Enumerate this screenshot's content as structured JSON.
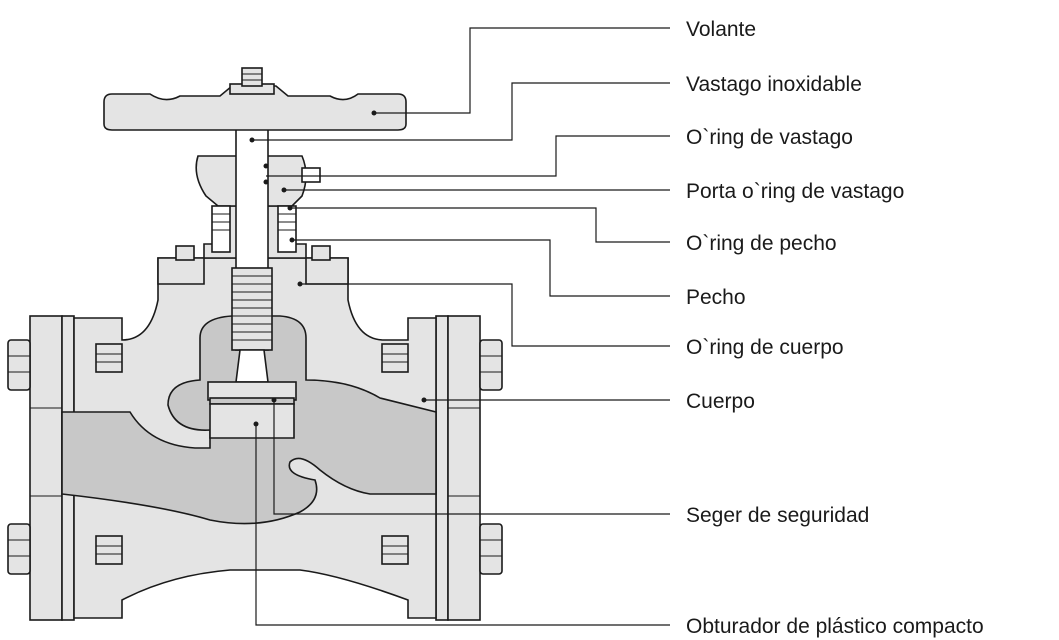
{
  "labels": {
    "volante": "Volante",
    "vastago_inoxidable": "Vastago inoxidable",
    "oring_vastago": "O`ring de vastago",
    "porta_oring_vastago": "Porta o`ring de vastago",
    "oring_pecho": "O`ring de pecho",
    "pecho": "Pecho",
    "oring_cuerpo": "O`ring de cuerpo",
    "cuerpo": "Cuerpo",
    "seger_seguridad": "Seger de seguridad",
    "obturador": "Obturador de plástico compacto"
  },
  "colors": {
    "body_fill": "#e4e4e4",
    "cavity_fill": "#c8c8c8",
    "line": "#1a1a1a"
  }
}
